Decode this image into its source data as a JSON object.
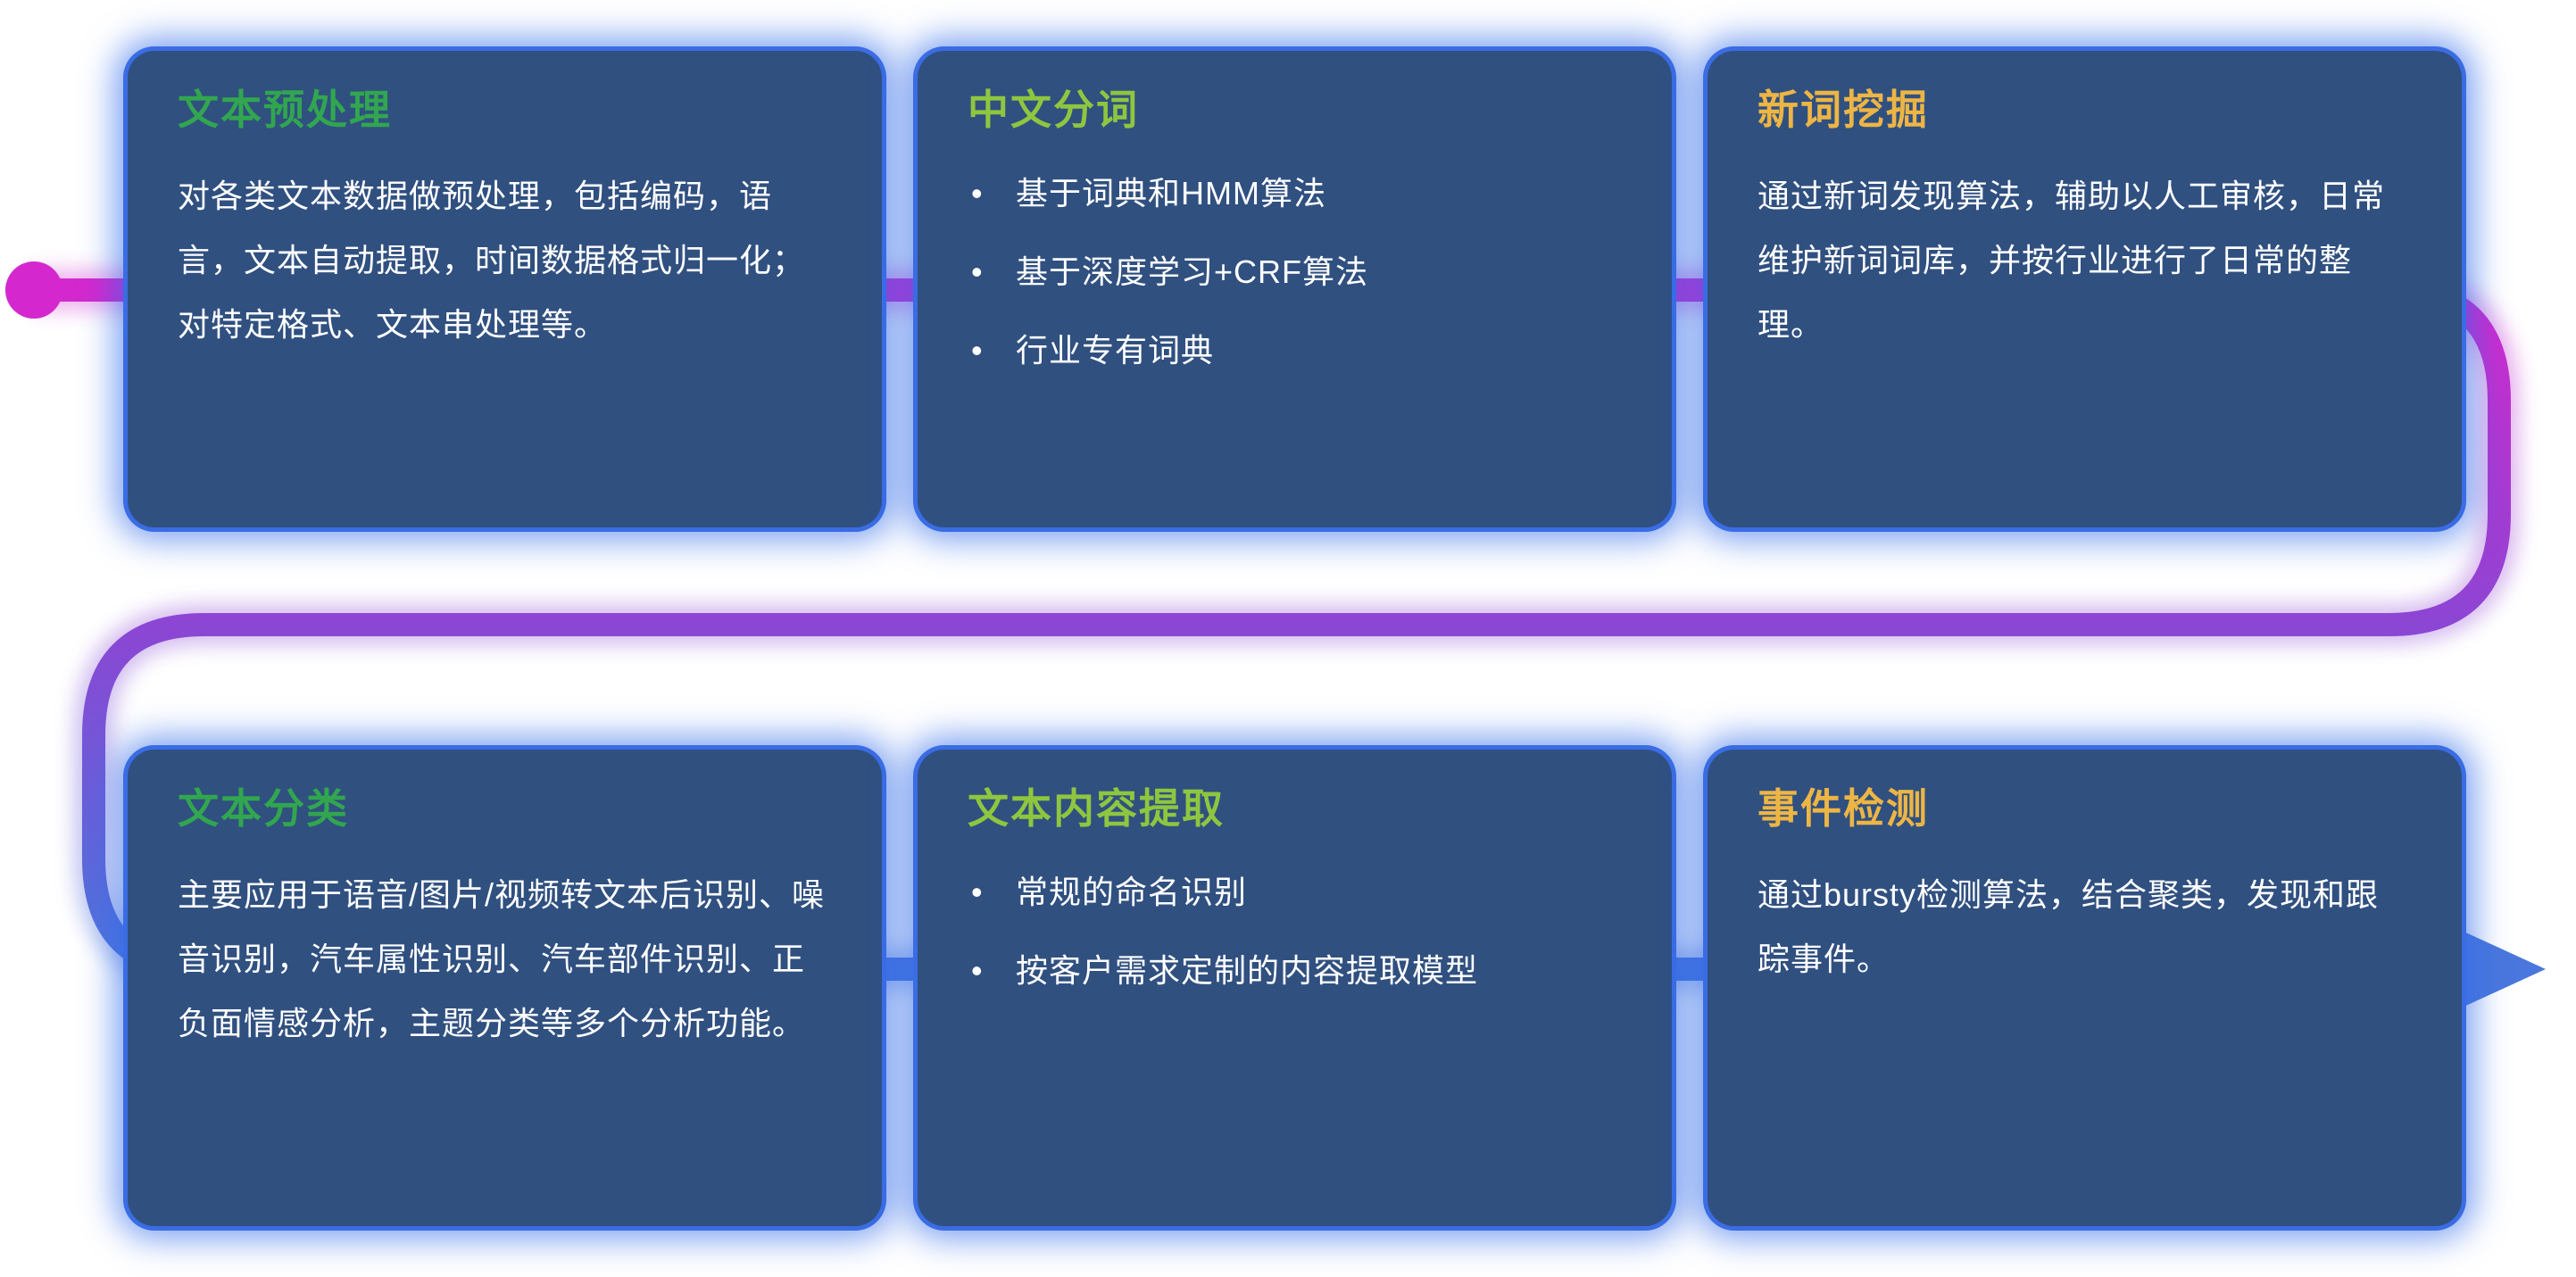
{
  "page": {
    "background": "#ffffff"
  },
  "flow": {
    "description": "snake-shaped pipeline connector",
    "colors": {
      "start": "#d428ce",
      "mid": "#8b46d4",
      "end": "#4a77dd"
    }
  },
  "cards": [
    {
      "title": "文本预处理",
      "title_color": "#31a64f",
      "paragraph": "对各类文本数据做预处理，包括编码，语言，文本自动提取，时间数据格式归一化；对特定格式、文本串处理等。"
    },
    {
      "title": "中文分词",
      "title_color": "#8ec63f",
      "bullets": [
        "基于词典和HMM算法",
        "基于深度学习+CRF算法",
        "行业专有词典"
      ],
      "bullet_char": "•"
    },
    {
      "title": "新词挖掘",
      "title_color": "#edb544",
      "paragraph": "通过新词发现算法，辅助以人工审核，日常维护新词词库，并按行业进行了日常的整理。"
    },
    {
      "title": "文本分类",
      "title_color": "#31a64f",
      "paragraph": "主要应用于语音/图片/视频转文本后识别、噪音识别，汽车属性识别、汽车部件识别、正负面情感分析，主题分类等多个分析功能。"
    },
    {
      "title": "文本内容提取",
      "title_color": "#8ec63f",
      "bullets": [
        "常规的命名识别",
        "按客户需求定制的内容提取模型"
      ],
      "bullet_char": "•"
    },
    {
      "title": "事件检测",
      "title_color": "#edb544",
      "paragraph": "通过bursty检测算法，结合聚类，发现和跟踪事件。"
    }
  ]
}
